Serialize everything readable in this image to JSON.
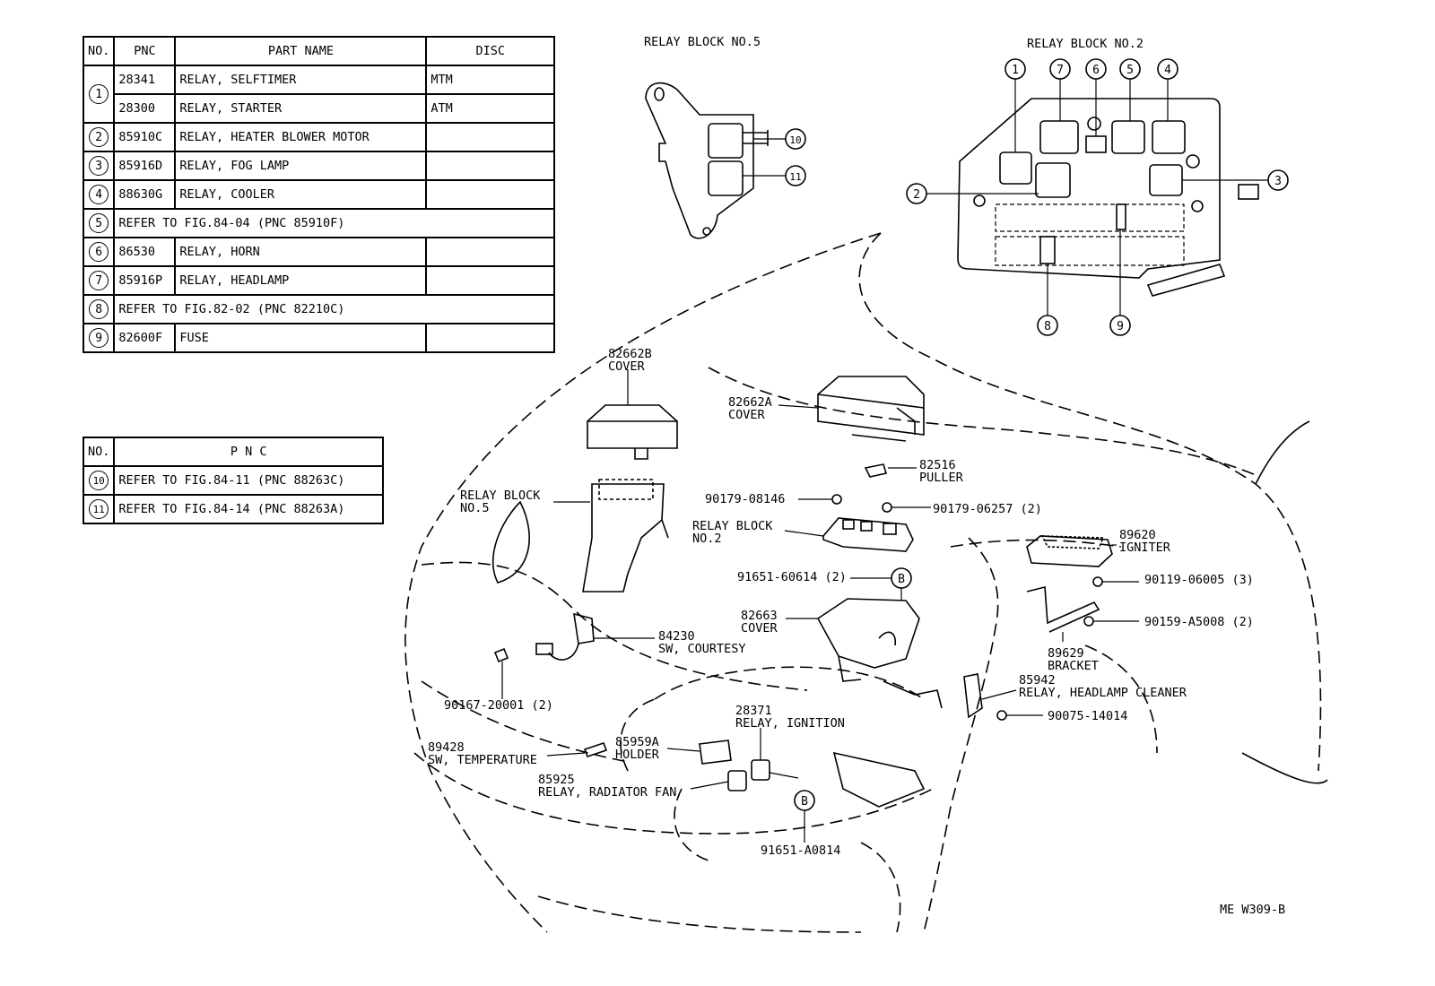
{
  "parts_table": {
    "headers": [
      "NO.",
      "PNC",
      "PART NAME",
      "DISC"
    ],
    "rows": [
      {
        "no": "1",
        "pnc": "28341",
        "name": "RELAY, SELFTIMER",
        "disc": "MTM"
      },
      {
        "no": "",
        "pnc": "28300",
        "name": "RELAY, STARTER",
        "disc": "ATM"
      },
      {
        "no": "2",
        "pnc": "85910C",
        "name": "RELAY, HEATER BLOWER MOTOR",
        "disc": ""
      },
      {
        "no": "3",
        "pnc": "85916D",
        "name": "RELAY, FOG LAMP",
        "disc": ""
      },
      {
        "no": "4",
        "pnc": "88630G",
        "name": "RELAY, COOLER",
        "disc": ""
      },
      {
        "no": "5",
        "ref": "REFER TO FIG.84-04  (PNC 85910F)"
      },
      {
        "no": "6",
        "pnc": "86530",
        "name": "RELAY, HORN",
        "disc": ""
      },
      {
        "no": "7",
        "pnc": "85916P",
        "name": "RELAY, HEADLAMP",
        "disc": ""
      },
      {
        "no": "8",
        "ref": "REFER TO FIG.82-02  (PNC 82210C)"
      },
      {
        "no": "9",
        "pnc": "82600F",
        "name": "FUSE",
        "disc": ""
      }
    ]
  },
  "pnc_table": {
    "headers": [
      "NO.",
      "P N C"
    ],
    "rows": [
      {
        "no": "10",
        "ref": "REFER TO FIG.84-11  (PNC 88263C)"
      },
      {
        "no": "11",
        "ref": "REFER TO FIG.84-14  (PNC 88263A)"
      }
    ]
  },
  "diagram": {
    "relay_block_5_title": "RELAY BLOCK NO.5",
    "relay_block_2_title": "RELAY BLOCK NO.2",
    "callouts_block2": [
      "1",
      "7",
      "6",
      "5",
      "4",
      "2",
      "3",
      "8",
      "9"
    ],
    "callouts_block5": [
      "10",
      "11"
    ],
    "labels": {
      "cover_b": [
        "82662B",
        "COVER"
      ],
      "cover_a": [
        "82662A",
        "COVER"
      ],
      "puller": [
        "82516",
        "PULLER"
      ],
      "nut1": "90179-08146",
      "nut2": "90179-06257 (2)",
      "relay_block_no5": [
        "RELAY BLOCK",
        "NO.5"
      ],
      "relay_block_no2": [
        "RELAY BLOCK",
        "NO.2"
      ],
      "igniter": [
        "89620",
        "IGNITER"
      ],
      "bolt_igniter": "90119-06005 (3)",
      "bolt_bracket": "90159-A5008 (2)",
      "bracket": [
        "89629",
        "BRACKET"
      ],
      "screw_b": "91651-60614 (2)",
      "cover_63": [
        "82663",
        "COVER"
      ],
      "sw_courtesy": [
        "84230",
        "SW, COURTESY"
      ],
      "bolt_20001": "90167-20001 (2)",
      "headlamp_cleaner": [
        "85942",
        "RELAY, HEADLAMP CLEANER"
      ],
      "bolt_14014": "90075-14014",
      "sw_temp": [
        "89428",
        "SW, TEMPERATURE"
      ],
      "holder": [
        "85959A",
        "HOLDER"
      ],
      "ignition": [
        "28371",
        "RELAY, IGNITION"
      ],
      "radiator_fan": [
        "85925",
        "RELAY, RADIATOR FAN"
      ],
      "screw_a0814": "91651-A0814",
      "b_marker": "B"
    },
    "figure_id": "ME  W309-B"
  }
}
